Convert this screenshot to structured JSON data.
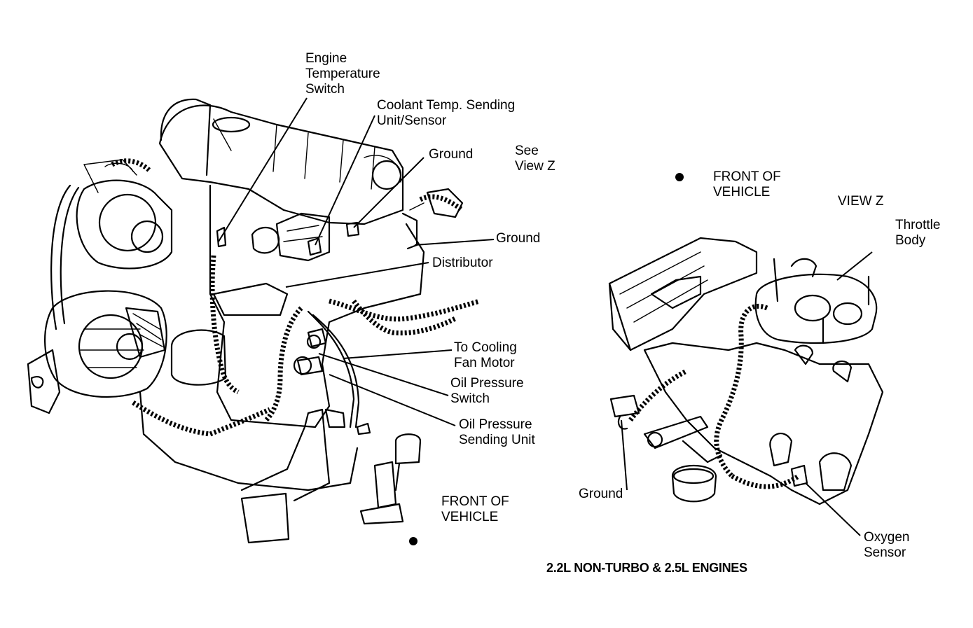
{
  "labels": {
    "engine_temp_switch": [
      "Engine",
      "Temperature",
      "Switch"
    ],
    "coolant_temp": [
      "Coolant Temp. Sending",
      "Unit/Sensor"
    ],
    "ground_top": "Ground",
    "see_view_z": [
      "See",
      "View Z"
    ],
    "ground_right": "Ground",
    "distributor": "Distributor",
    "cooling_fan": [
      "To Cooling",
      "Fan Motor"
    ],
    "oil_pressure_switch": [
      "Oil Pressure",
      "Switch"
    ],
    "oil_pressure_sending": [
      "Oil Pressure",
      "Sending Unit"
    ],
    "front_left": [
      "FRONT OF",
      "VEHICLE"
    ],
    "front_right": [
      "FRONT OF",
      "VEHICLE"
    ],
    "view_z": "VIEW Z",
    "throttle_body": [
      "Throttle",
      "Body"
    ],
    "ground_view_z": "Ground",
    "oxygen_sensor": [
      "Oxygen",
      "Sensor"
    ],
    "caption": "2.2L NON-TURBO & 2.5L ENGINES"
  }
}
